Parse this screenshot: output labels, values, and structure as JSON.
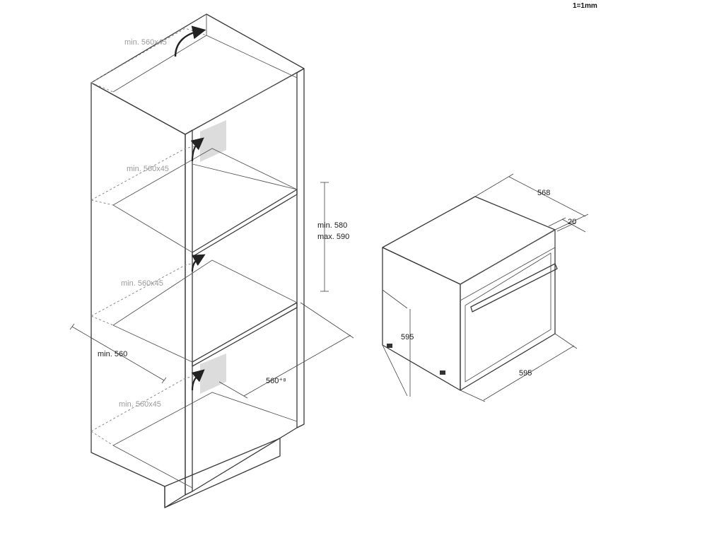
{
  "scale_note": "1=1mm",
  "cabinet": {
    "vent_top": "min. 560x45",
    "vent_upper": "min. 560x45",
    "vent_middle": "min. 560x45",
    "vent_lower": "min. 560x45",
    "niche_height_min": "min. 580",
    "niche_height_max": "max. 590",
    "cabinet_width": "min. 560",
    "niche_depth": "560⁺⁸"
  },
  "oven": {
    "depth": "568",
    "door_thickness": "20",
    "height": "595",
    "width": "595"
  }
}
